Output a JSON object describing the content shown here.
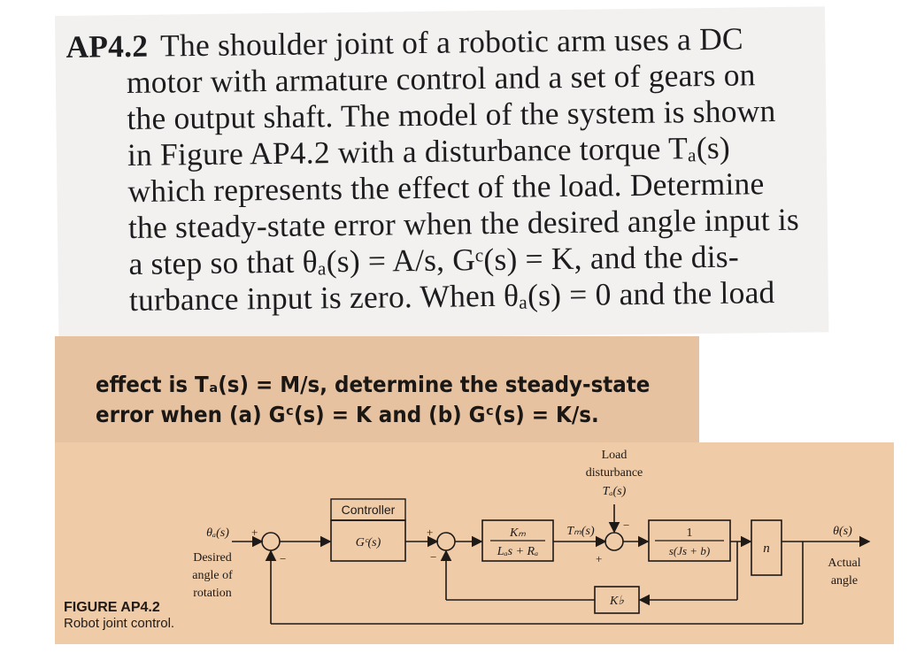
{
  "problem": {
    "id": "AP4.2",
    "lines": [
      "The shoulder joint of a robotic arm uses a DC",
      "motor with armature control and a set of gears on",
      "the output shaft. The model of the system is shown",
      "in Figure AP4.2 with a disturbance torque Tₐ(s)",
      "which represents the effect of the load. Determine",
      "the steady-state error when the desired angle input is",
      "a step so that θₐ(s) = A/s, Gᶜ(s) = K, and the dis-",
      "turbance input is zero. When θₐ(s) = 0 and the load"
    ],
    "continuation": [
      "effect is Tₐ(s) = M/s, determine the steady-state",
      "error when (a) Gᶜ(s) = K and (b) Gᶜ(s) = K/s."
    ]
  },
  "figure": {
    "caption_title": "FIGURE AP4.2",
    "caption_subtitle": "Robot joint control.",
    "input_signal": "θₐ(s)",
    "input_label_lines": [
      "Desired",
      "angle of",
      "rotation"
    ],
    "sum1_signs": {
      "top": "+",
      "bottom": "−"
    },
    "controller_label": "Controller",
    "controller_tf": "Gᶜ(s)",
    "sum2_signs": {
      "top": "+",
      "bottom": "−"
    },
    "motor_tf_num": "Kₘ",
    "motor_tf_den": "Lₐs + Rₐ",
    "torque_signal": "Tₘ(s)",
    "load_label_lines": [
      "Load",
      "disturbance",
      "Tₐ(s)"
    ],
    "sum3_signs": {
      "top": "−",
      "bottom": "+"
    },
    "plant_tf_num": "1",
    "plant_tf_den": "s(Js + b)",
    "gear_label": "n",
    "backemf_label": "K♭",
    "output_signal": "θ(s)",
    "output_label_lines": [
      "Actual",
      "angle"
    ]
  }
}
